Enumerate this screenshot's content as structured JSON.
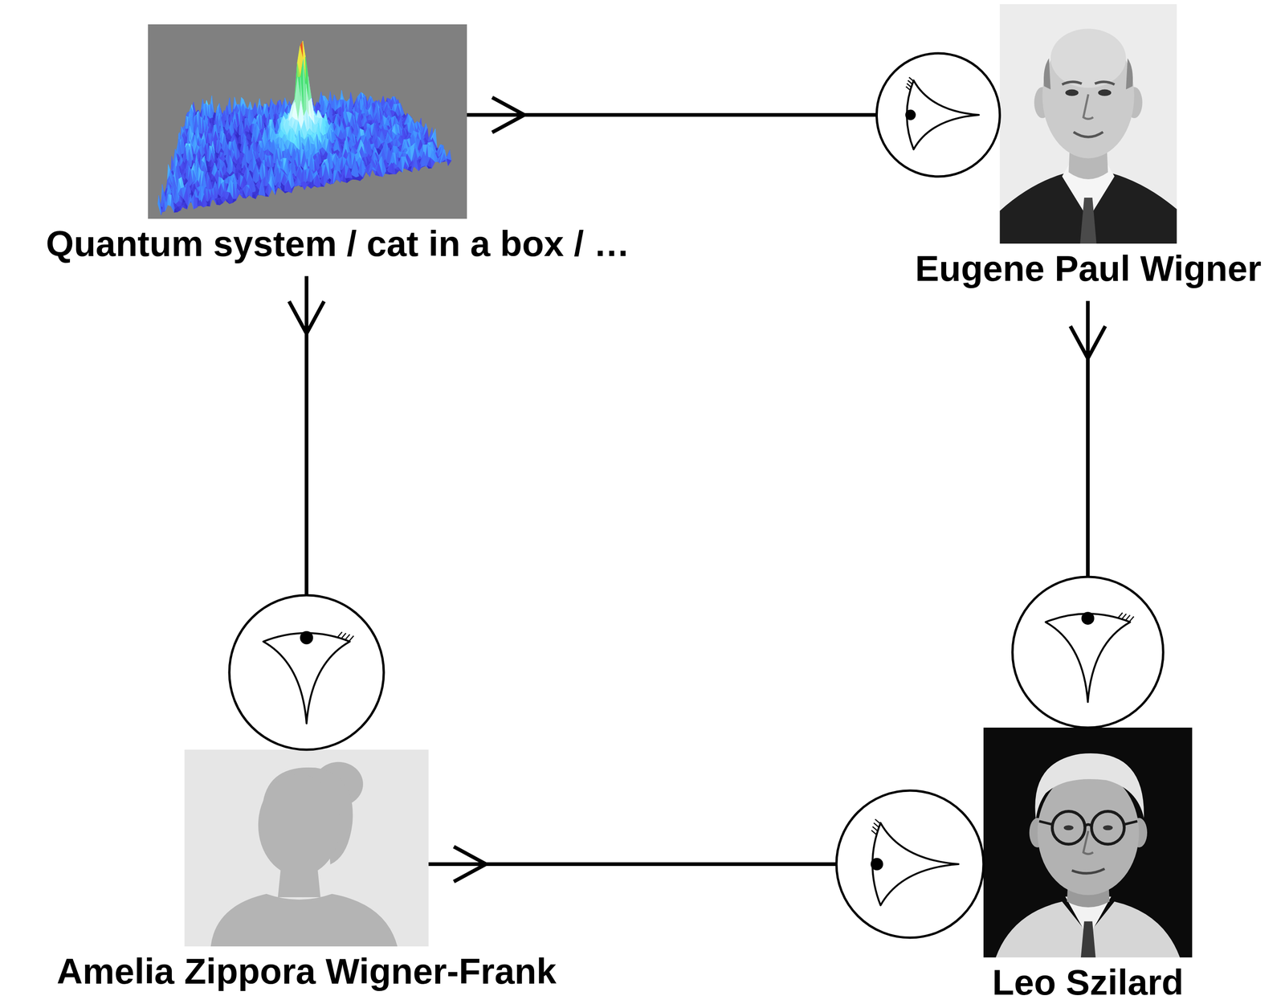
{
  "diagram": {
    "nodes": [
      {
        "text": [
          "Quantum system / cat in a box / …"
        ]
      },
      {
        "text": [
          "Eugene Paul Wigner"
        ]
      },
      {
        "text": [
          "Amelia Zippora Wigner-Frank"
        ]
      },
      {
        "text": [
          "Leo Szilard"
        ]
      }
    ],
    "edges": [
      {
        "from": 0,
        "to": 1,
        "arrow": "to"
      },
      {
        "from": 0,
        "to": 2,
        "arrow": "to"
      },
      {
        "from": 1,
        "to": 3,
        "arrow": "to"
      },
      {
        "from": 2,
        "to": 3,
        "arrow": "to"
      }
    ]
  }
}
